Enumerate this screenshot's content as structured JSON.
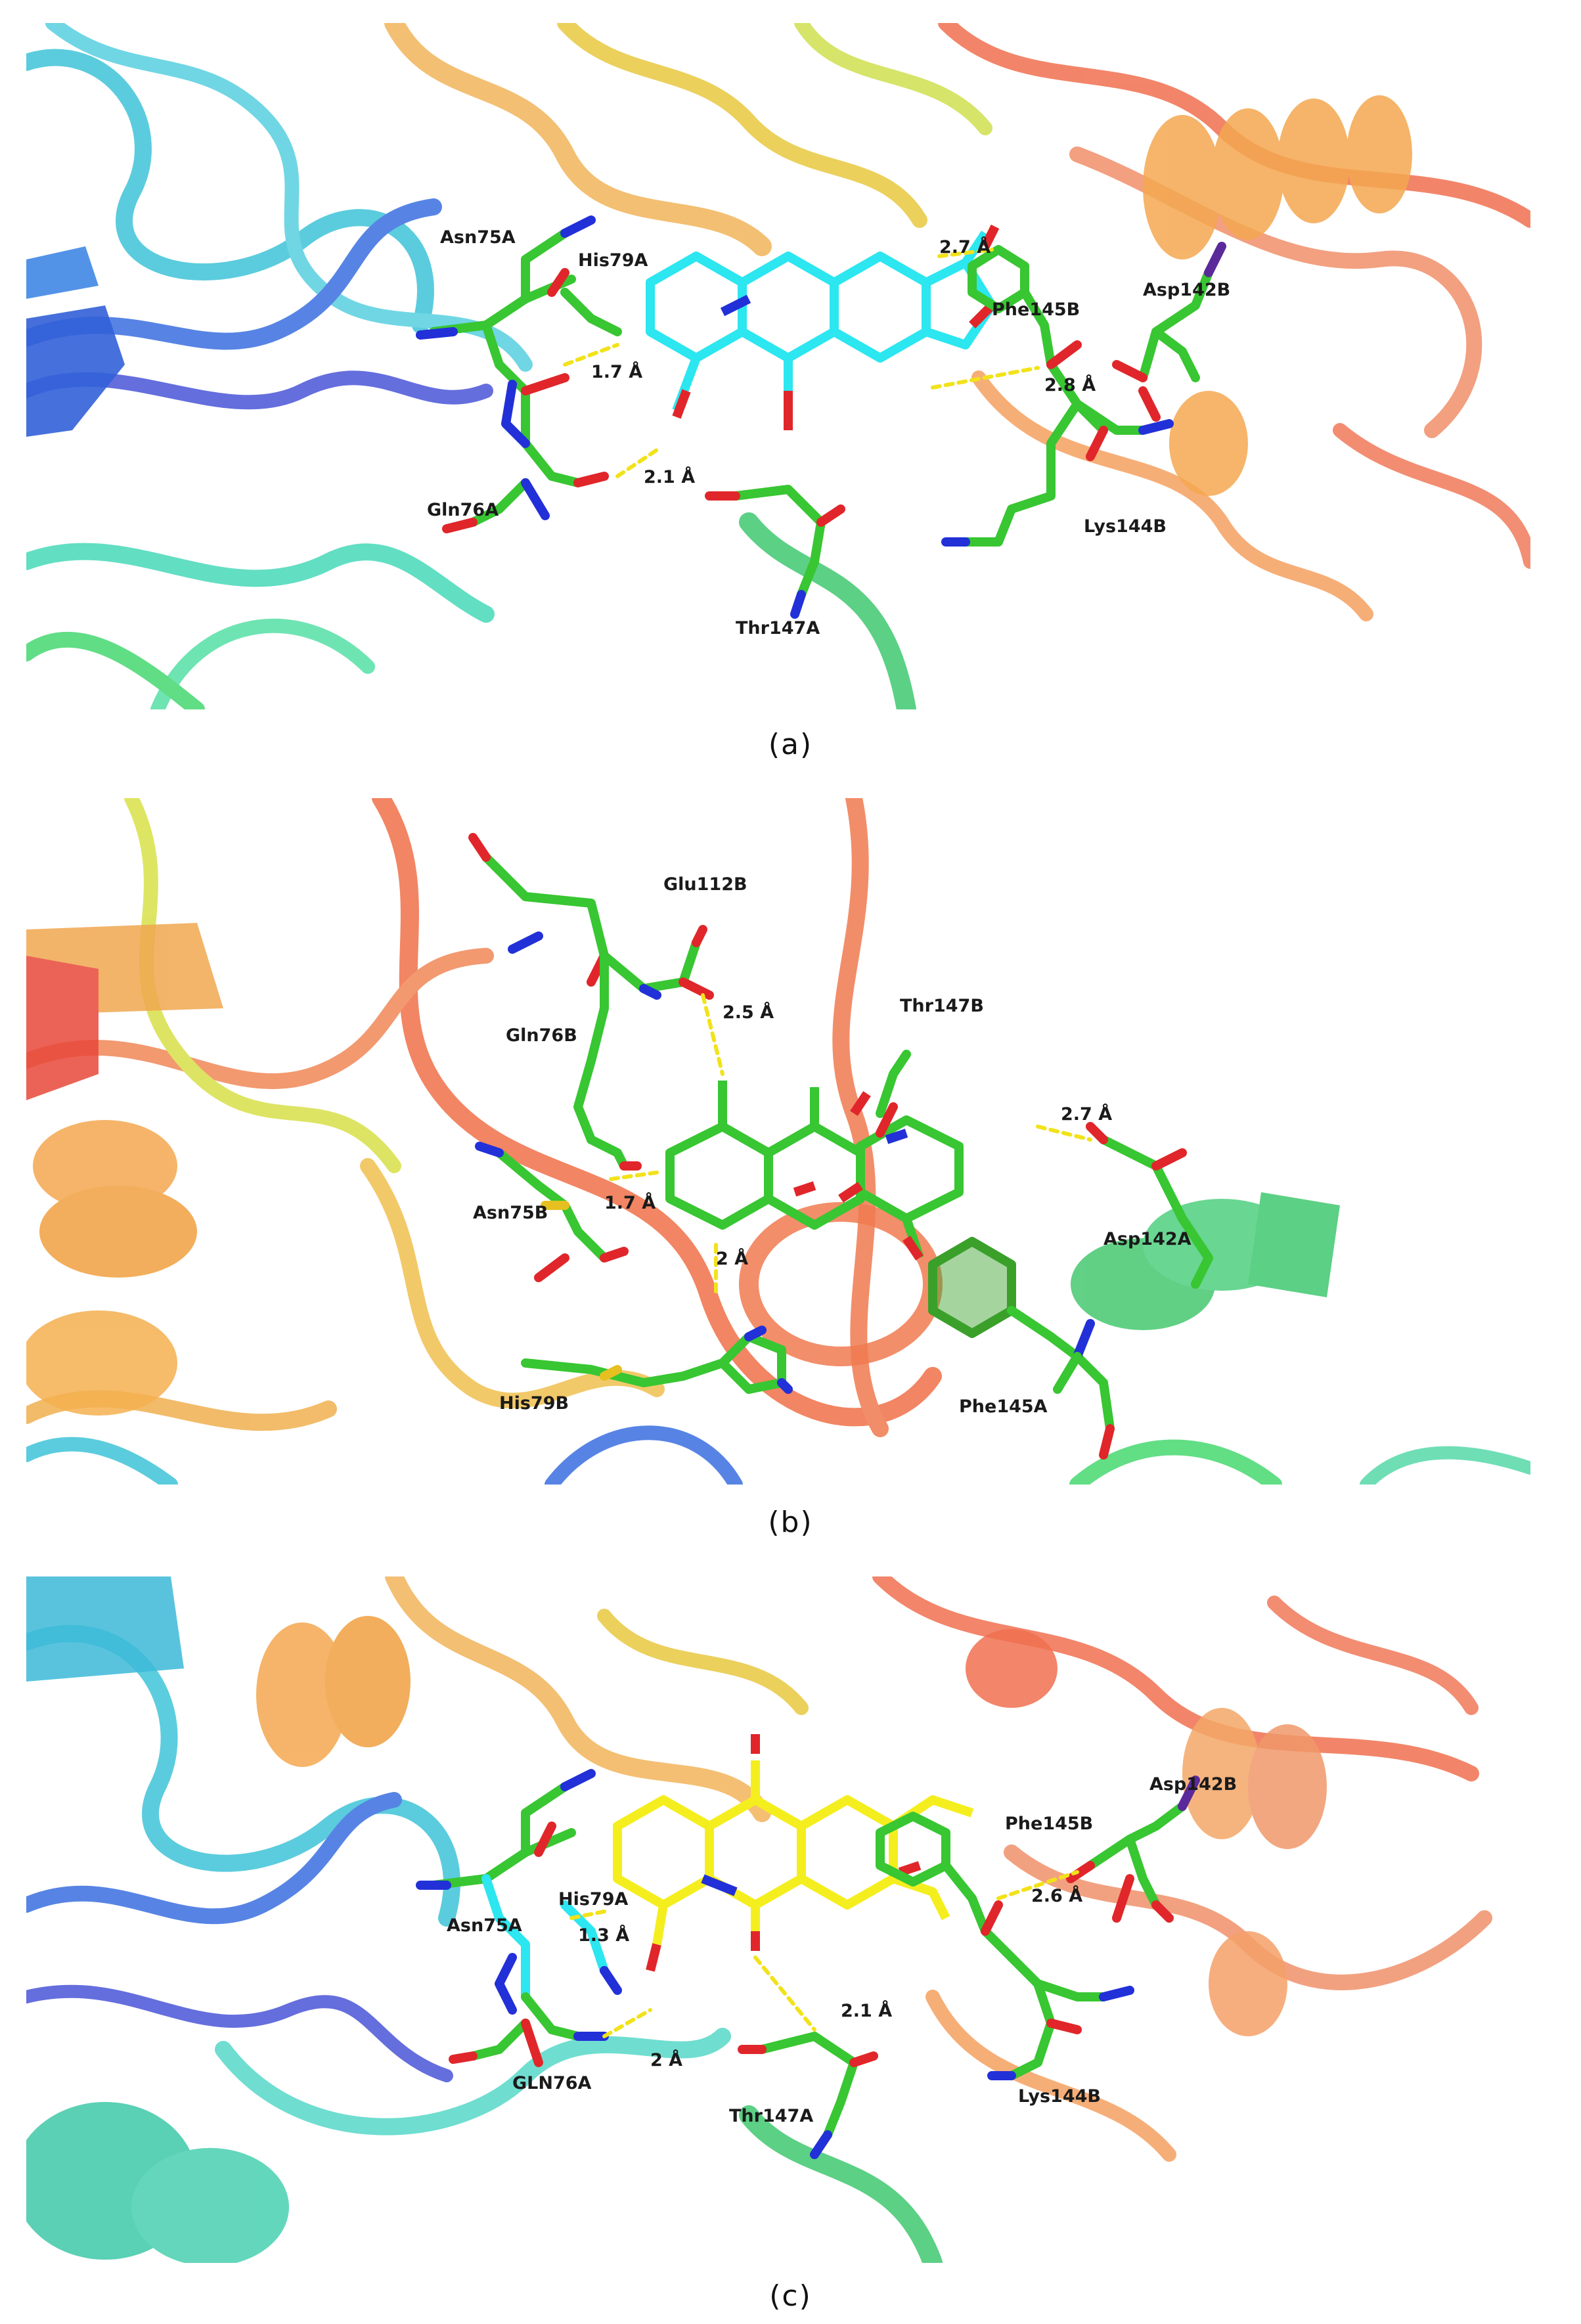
{
  "panels": [
    {
      "caption": "(a)",
      "residues": [
        "Asn75A",
        "His79A",
        "Gln76A",
        "Phe145B",
        "Asp142B",
        "Lys144B",
        "Thr147A"
      ],
      "distances": [
        "2.7 Å",
        "1.7 Å",
        "2.8 Å",
        "2.1 Å"
      ],
      "ligand_color": "#2ce6f0"
    },
    {
      "caption": "(b)",
      "residues": [
        "Glu112B",
        "Thr147B",
        "Gln76B",
        "Asn75B",
        "Asp142A",
        "His79B",
        "Phe145A"
      ],
      "distances": [
        "2.5 Å",
        "2.7 Å",
        "1.7 Å",
        "2 Å"
      ],
      "ligand_color": "#38c632"
    },
    {
      "caption": "(c)",
      "residues": [
        "Asp142B",
        "Phe145B",
        "His79A",
        "Asn75A",
        "GLN76A",
        "Thr147A",
        "Lys144B"
      ],
      "distances": [
        "2.6 Å",
        "1.3 Å",
        "2.1 Å",
        "2 Å"
      ],
      "ligand_color": "#f5ee1e"
    }
  ],
  "colors": {
    "carbon": "#38c632",
    "nitrogen": "#2230d8",
    "oxygen": "#e0262a",
    "hbond": "#f2e21a"
  }
}
